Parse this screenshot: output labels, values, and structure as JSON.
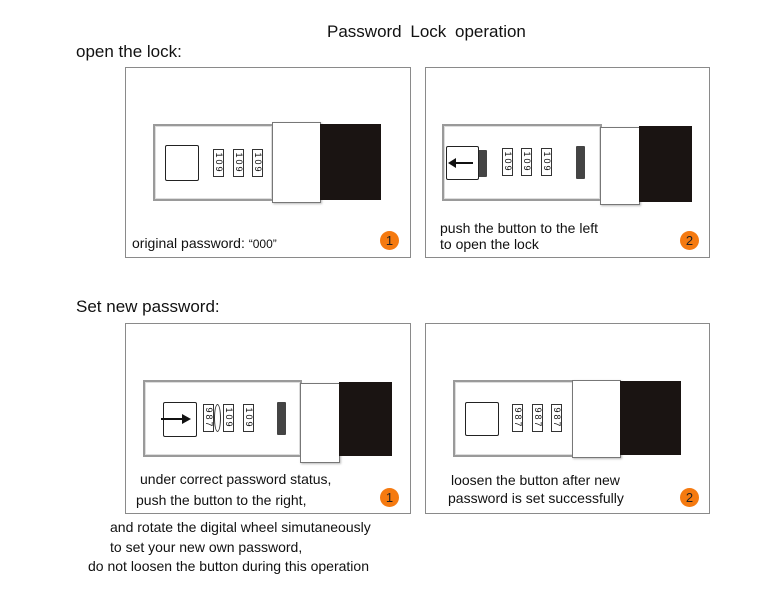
{
  "title": "Password  Lock  operation",
  "sections": {
    "open": "open the lock:",
    "set": "Set new password:"
  },
  "panels": [
    {
      "caption_lines": [
        "original password:"
      ],
      "quoted": "“000”",
      "step": "1",
      "wheels": [
        "109",
        "109",
        "109"
      ]
    },
    {
      "caption_lines": [
        "push the button to the left",
        "to open the lock"
      ],
      "step": "2",
      "wheels": [
        "109",
        "109",
        "109"
      ],
      "arrow": "left"
    },
    {
      "caption_lines": [
        "under correct password status,",
        "push the button to the right,"
      ],
      "step": "1",
      "wheels": [
        "987",
        "109",
        "109"
      ],
      "arrow": "right"
    },
    {
      "caption_lines": [
        "loosen the button after new",
        "password is set successfully"
      ],
      "step": "2",
      "wheels": [
        "987",
        "987",
        "987"
      ]
    }
  ],
  "note_lines": [
    "and rotate the digital wheel simutaneously",
    "to set your new own password,",
    "do not loosen the button during this operation"
  ],
  "colors": {
    "badge": "#f57a10",
    "lock_black": "#1a1412"
  }
}
